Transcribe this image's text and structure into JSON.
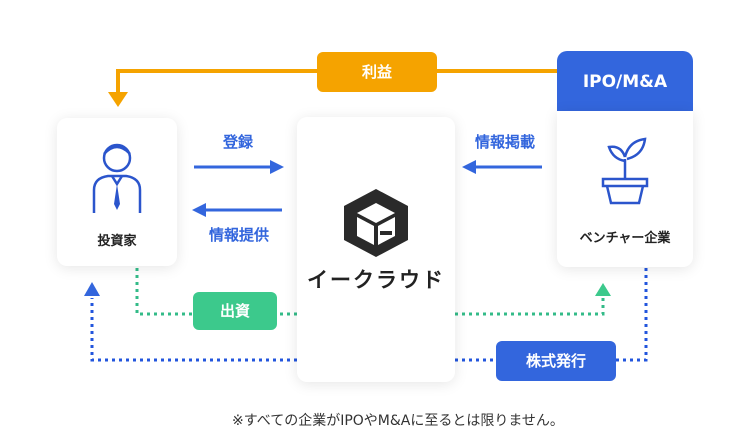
{
  "nodes": {
    "investor": {
      "label": "投資家",
      "icon": "investor-icon"
    },
    "platform": {
      "name": "イークラウド",
      "icon": "ecrowd-logo"
    },
    "venture": {
      "label": "ベンチャー企業",
      "icon": "plant-pot-icon"
    }
  },
  "exit_label": "IPO/M&A",
  "edges": {
    "profit": "利益",
    "register": "登録",
    "info_provide": "情報提供",
    "info_listing": "情報掲載",
    "investment": "出資",
    "share_issuance": "株式発行"
  },
  "colors": {
    "orange": "#f5a300",
    "blue": "#3366dd",
    "green": "#3cc98c",
    "dotted_green": "#33bb88",
    "dotted_blue": "#2255dd"
  },
  "footnote": "※すべての企業がIPOやM&Aに至るとは限りません。"
}
